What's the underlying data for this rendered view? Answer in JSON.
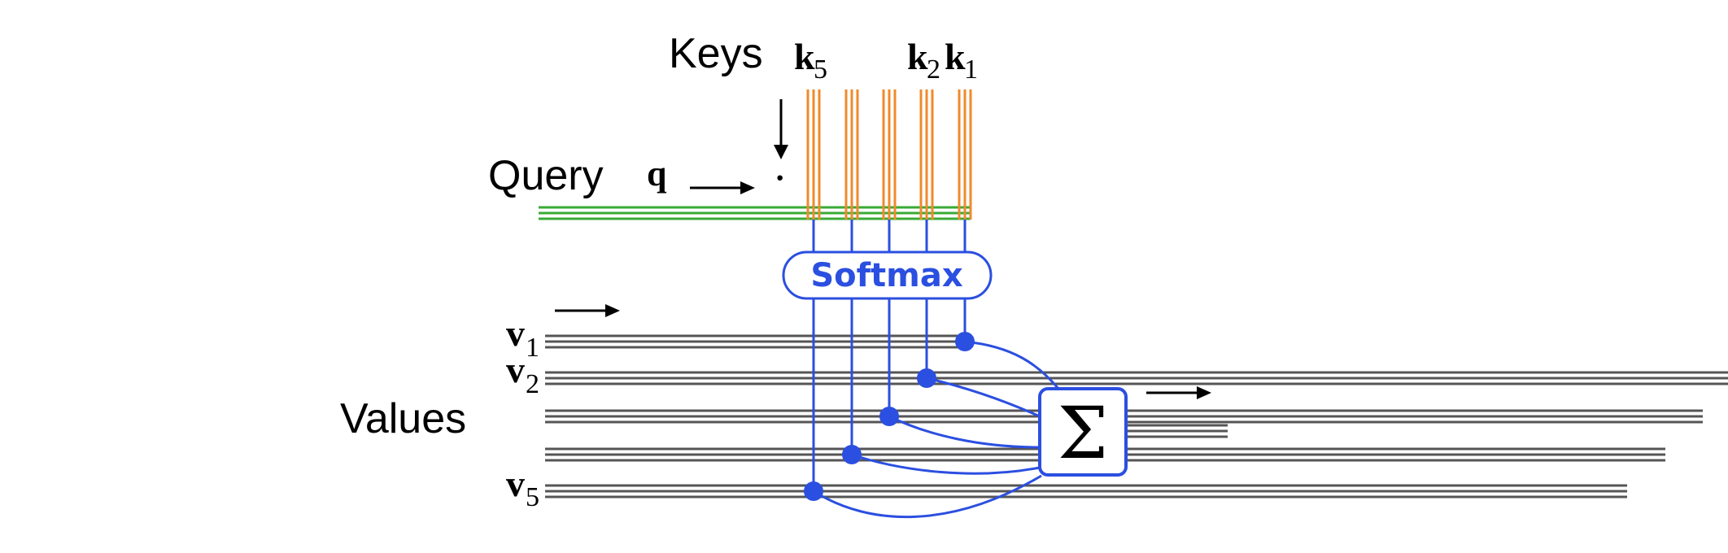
{
  "labels": {
    "keys": "Keys",
    "query": "Query",
    "query_symbol": "q",
    "values": "Values",
    "dot": "·",
    "softmax": "Softmax",
    "sum_symbol": "Σ"
  },
  "key_labels": [
    {
      "base": "k",
      "sub": "5"
    },
    {
      "base": "k",
      "sub": "2"
    },
    {
      "base": "k",
      "sub": "1"
    }
  ],
  "value_labels": [
    {
      "base": "v",
      "sub": "1"
    },
    {
      "base": "v",
      "sub": "2"
    },
    {
      "base": "v",
      "sub": "5"
    }
  ],
  "colors": {
    "key_lines": "#f08a2c",
    "query_lines": "#3aaa35",
    "value_lines": "#555555",
    "connections": "#2b4fe0",
    "arrows": "#000000"
  }
}
